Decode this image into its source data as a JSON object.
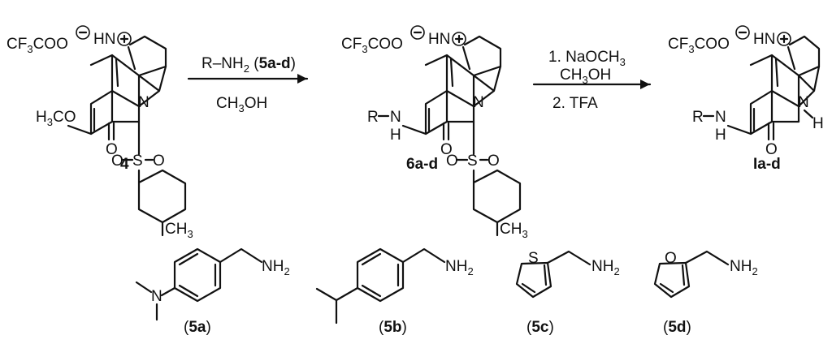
{
  "compounds": {
    "c4": {
      "counterion": "CF3COO",
      "label": "4",
      "methoxy": "H3CO",
      "ring_n": "N",
      "iminium": "HN",
      "sulfonyl": "S",
      "oxo": "O",
      "methyl": "CH3"
    },
    "c6": {
      "counterion": "CF3COO",
      "label": "6a-d",
      "r": "R",
      "nh": "N",
      "h": "H",
      "ring_n": "N",
      "iminium": "HN",
      "sulfonyl": "S",
      "oxo": "O",
      "methyl": "CH3"
    },
    "c1": {
      "counterion": "CF3COO",
      "label": "Ia-d",
      "r": "R",
      "nh": "N",
      "h": "H",
      "ring_n": "N",
      "ring_h": "H",
      "iminium": "HN",
      "oxo": "O"
    }
  },
  "arrows": {
    "step1": {
      "reagent_top": "R–NH2 (5a-d)",
      "reagent_bottom": "CH3OH"
    },
    "step2": {
      "line1": "1. NaOCH3",
      "line2": "CH3OH",
      "line3": "2. TFA"
    }
  },
  "amines": [
    {
      "label": "(5a)",
      "amine": "NH2",
      "hetero": "N"
    },
    {
      "label": "(5b)",
      "amine": "NH2"
    },
    {
      "label": "(5c)",
      "amine": "NH2",
      "hetero": "S"
    },
    {
      "label": "(5d)",
      "amine": "NH2",
      "hetero": "O"
    }
  ]
}
